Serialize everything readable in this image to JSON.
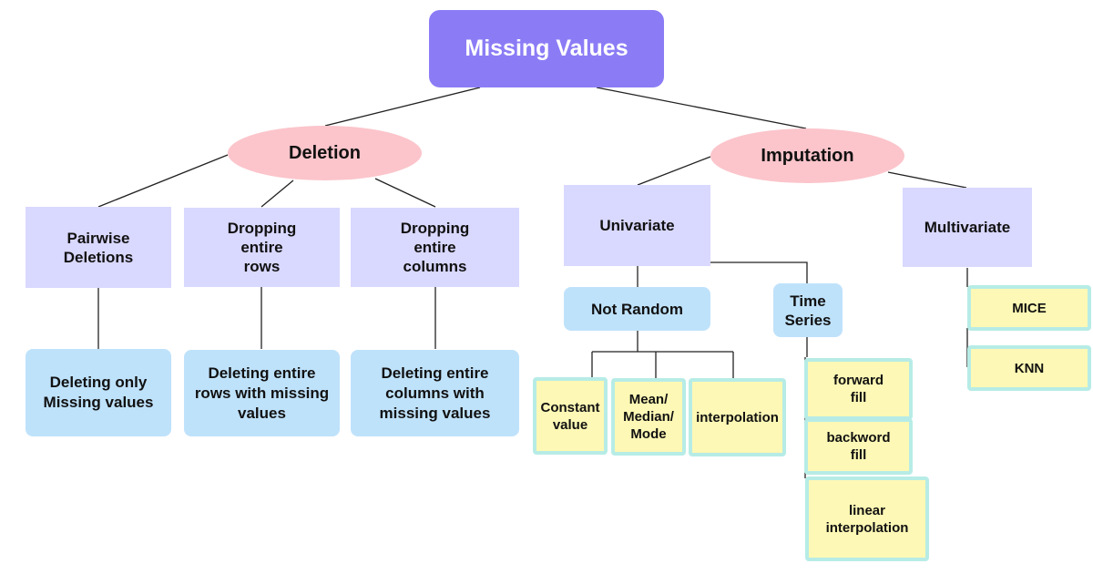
{
  "root": "Missing Values",
  "deletion": {
    "label": "Deletion",
    "pairwise": "Pairwise\nDeletions",
    "dropping_rows": "Dropping\nentire\nrows",
    "dropping_columns": "Dropping\nentire\ncolumns",
    "pairwise_desc": "Deleting only\nMissing values",
    "rows_desc": "Deleting entire\nrows with missing\nvalues",
    "columns_desc": "Deleting entire\ncolumns with\nmissing values"
  },
  "imputation": {
    "label": "Imputation",
    "univariate": "Univariate",
    "multivariate": "Multivariate",
    "not_random": "Not Random",
    "time_series": "Time\nSeries",
    "constant": "Constant\nvalue",
    "mean_median_mode": "Mean/\nMedian/\nMode",
    "interpolation": "interpolation",
    "forward_fill": "forward\nfill",
    "backword_fill": "backword\nfill",
    "linear_interpolation": "linear\ninterpolation",
    "mice": "MICE",
    "knn": "KNN"
  }
}
